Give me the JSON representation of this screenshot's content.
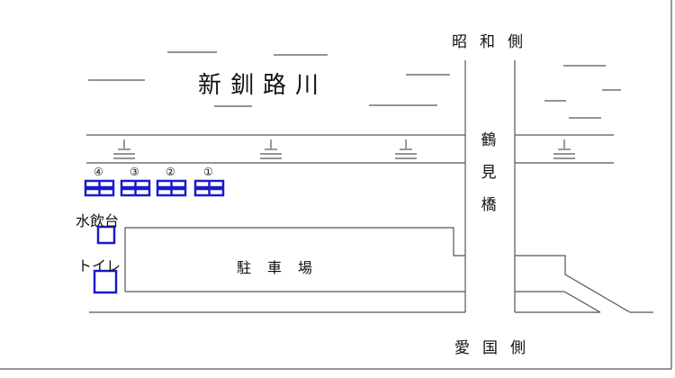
{
  "title": "新釧路川",
  "north_label": "昭和側",
  "south_label": "愛国側",
  "bridge": [
    "鶴",
    "見",
    "橋"
  ],
  "parking_label": "駐車場",
  "fountain_label": "水飲台",
  "toilet_label": "トイレ",
  "benches": [
    "④",
    "③",
    "②",
    "①"
  ],
  "colors": {
    "facility": "#1a1acc",
    "line": "#555555"
  }
}
